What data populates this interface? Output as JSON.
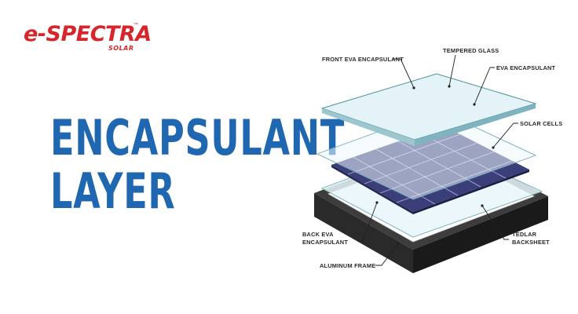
{
  "logo": {
    "brand_main": "e-SPECTRA",
    "brand_sub": "SOLAR",
    "trademark": "™",
    "brand_color": "#d7262b"
  },
  "headline": {
    "line1": "ENCAPSULANT",
    "line2": "LAYER",
    "color": "#1f68b1"
  },
  "diagram": {
    "labels": {
      "front_eva": "FRONT EVA ENCAPSULANT",
      "tempered_glass": "TEMPERED GLASS",
      "eva": "EVA ENCAPSULANT",
      "solar_cells": "SOLAR CELLS",
      "back_eva_1": "BACK EVA",
      "back_eva_2": "ENCAPSULANT",
      "tedlar_1": "TEDLAR",
      "tedlar_2": "BACKSHEET",
      "aluminum_frame": "ALUMINUM FRAME"
    },
    "colors": {
      "glass": "#e3f3f7",
      "eva": "#eef8fb",
      "cells": "#3a3f7a",
      "frame": "#3d3d3d",
      "backsheet": "#ffffff"
    }
  }
}
